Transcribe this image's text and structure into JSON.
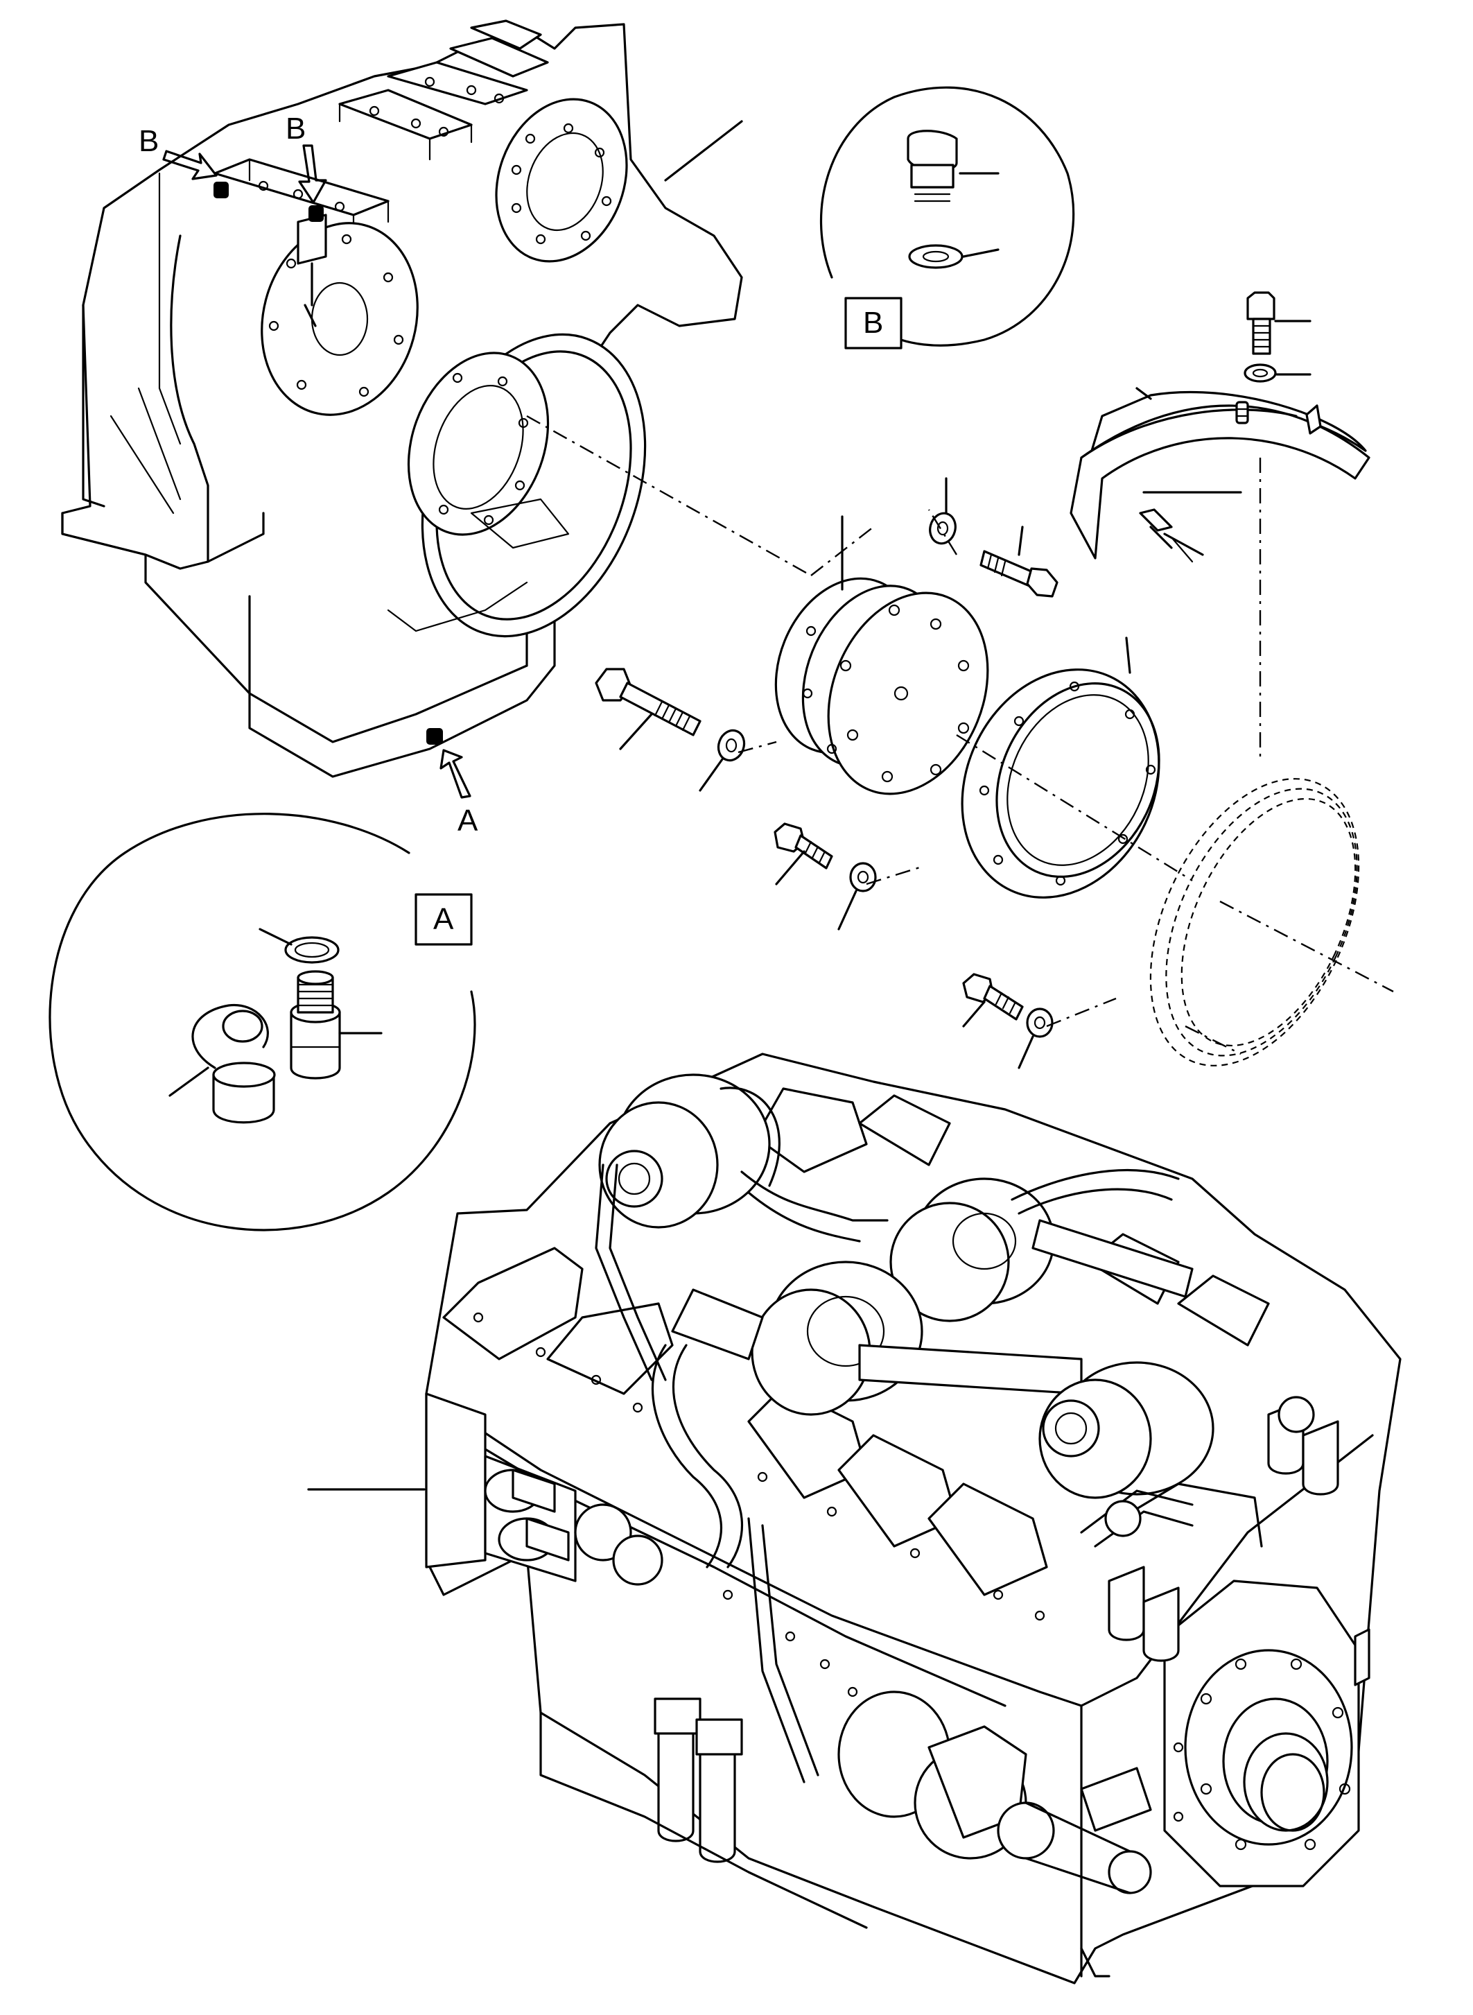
{
  "diagram": {
    "callouts": {
      "view_a_arrow": "A",
      "view_b_arrow_left": "B",
      "view_b_arrow_right": "B",
      "detail_a_box": "A",
      "detail_b_box": "B"
    }
  }
}
